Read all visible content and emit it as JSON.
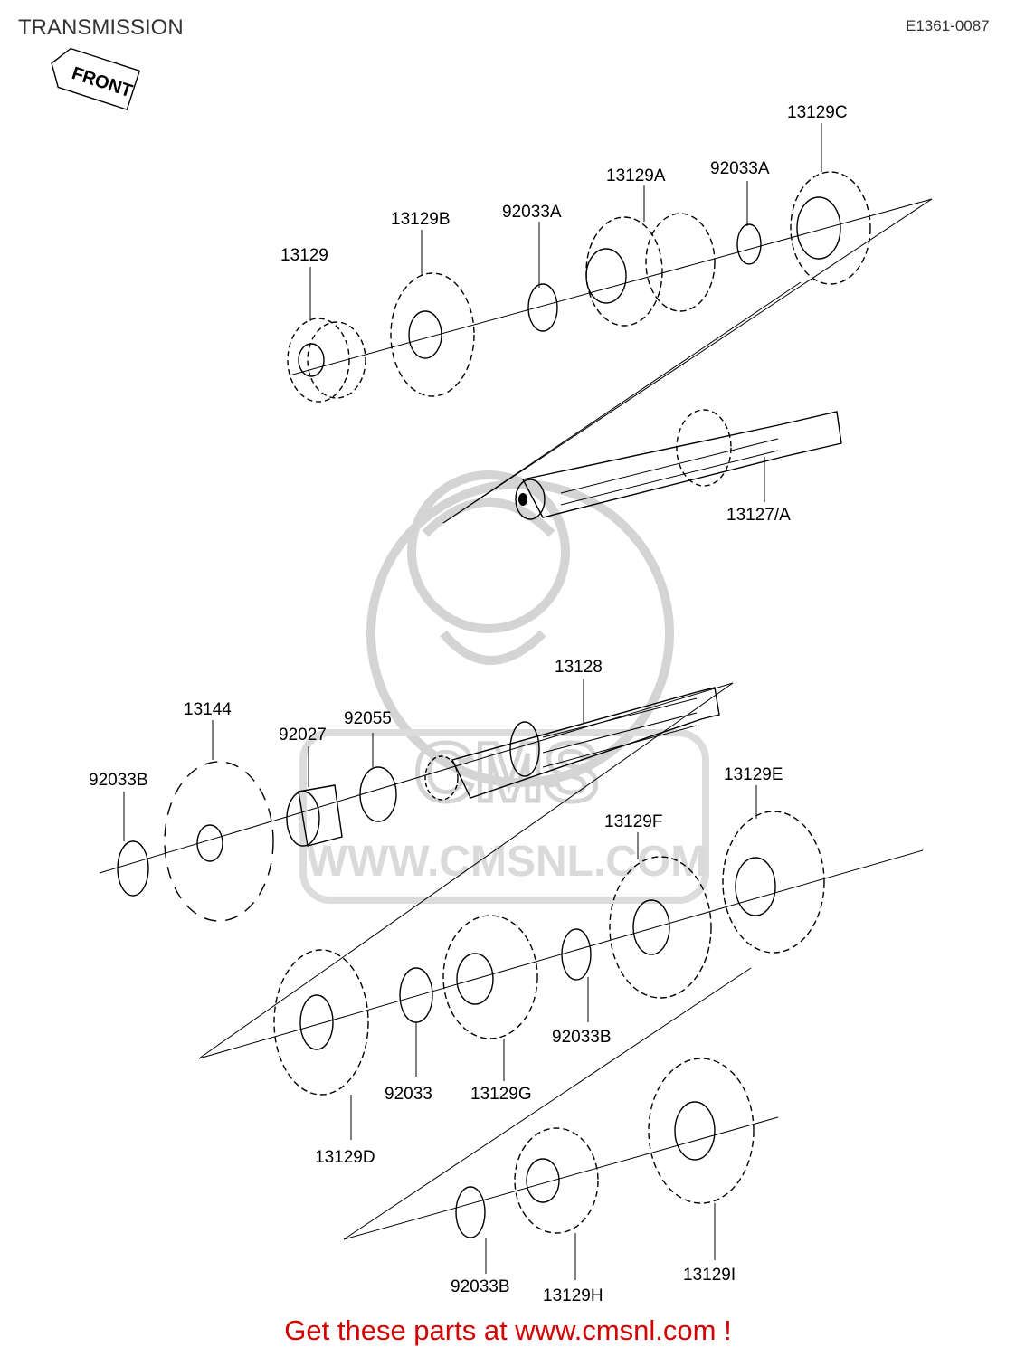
{
  "header": {
    "title": "TRANSMISSION",
    "code": "E1361-0087",
    "front_label": "FRONT"
  },
  "watermark": {
    "text": "CMS",
    "url": "WWW.CMSNL.COM",
    "color": "#d4d4d4"
  },
  "parts": [
    "13129C",
    "13129A",
    "92033A",
    "13129B",
    "92033A",
    "13129",
    "13127/A",
    "13128",
    "13144",
    "92027",
    "92055",
    "92033B",
    "13129E",
    "13129F",
    "92033B",
    "92033",
    "13129G",
    "13129D",
    "92033B",
    "13129H",
    "13129I"
  ],
  "footer": {
    "text": "Get these parts at www.cmsnl.com !",
    "color": "#d40000"
  }
}
